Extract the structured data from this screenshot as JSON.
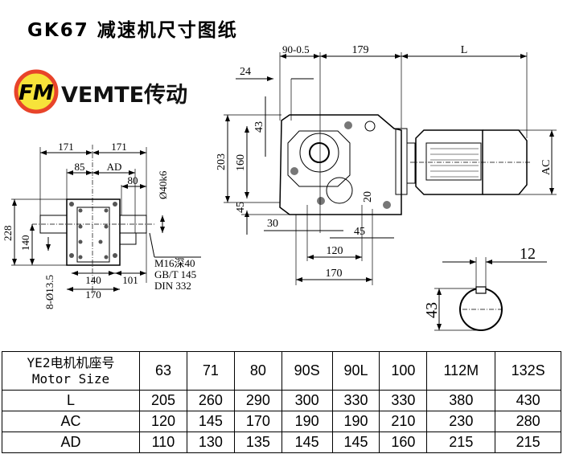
{
  "title": "GK67 减速机尺寸图纸",
  "brand": {
    "logo_text": "FM",
    "name": "VEMTE传动",
    "logo_colors": {
      "ring": "#e8442a",
      "fill": "#f7e33a"
    }
  },
  "side_view": {
    "dims": {
      "top_left": "171",
      "top_right": "171",
      "d85": "85",
      "ad": "AD",
      "d80": "80",
      "shaft_dia": "Ø40k6",
      "h228": "228",
      "h140": "140",
      "holes": "8-Ø13.5",
      "b140": "140",
      "b101": "101",
      "b170": "170"
    },
    "thread_note": [
      "M16深40",
      "GB/T 145",
      "DIN 332"
    ]
  },
  "front_view": {
    "dims": {
      "d90": "90-0.5",
      "d179": "179",
      "dL": "L",
      "d24": "24",
      "d43": "43",
      "d203": "203",
      "d160": "160",
      "d45": "45",
      "d20": "20",
      "d30": "30",
      "d45b": "45",
      "d120": "120",
      "d170": "170",
      "dAC": "AC"
    }
  },
  "key_view": {
    "dims": {
      "d12": "12",
      "d43": "43"
    }
  },
  "table": {
    "header_label": [
      "YE2电机机座号",
      "Motor Size"
    ],
    "sizes": [
      "63",
      "71",
      "80",
      "90S",
      "90L",
      "100",
      "112M",
      "132S"
    ],
    "rows": [
      {
        "label": "L",
        "values": [
          "205",
          "260",
          "290",
          "300",
          "330",
          "330",
          "380",
          "430"
        ]
      },
      {
        "label": "AC",
        "values": [
          "120",
          "145",
          "170",
          "190",
          "190",
          "210",
          "230",
          "280"
        ]
      },
      {
        "label": "AD",
        "values": [
          "110",
          "130",
          "135",
          "145",
          "145",
          "160",
          "215",
          "215"
        ]
      }
    ]
  }
}
